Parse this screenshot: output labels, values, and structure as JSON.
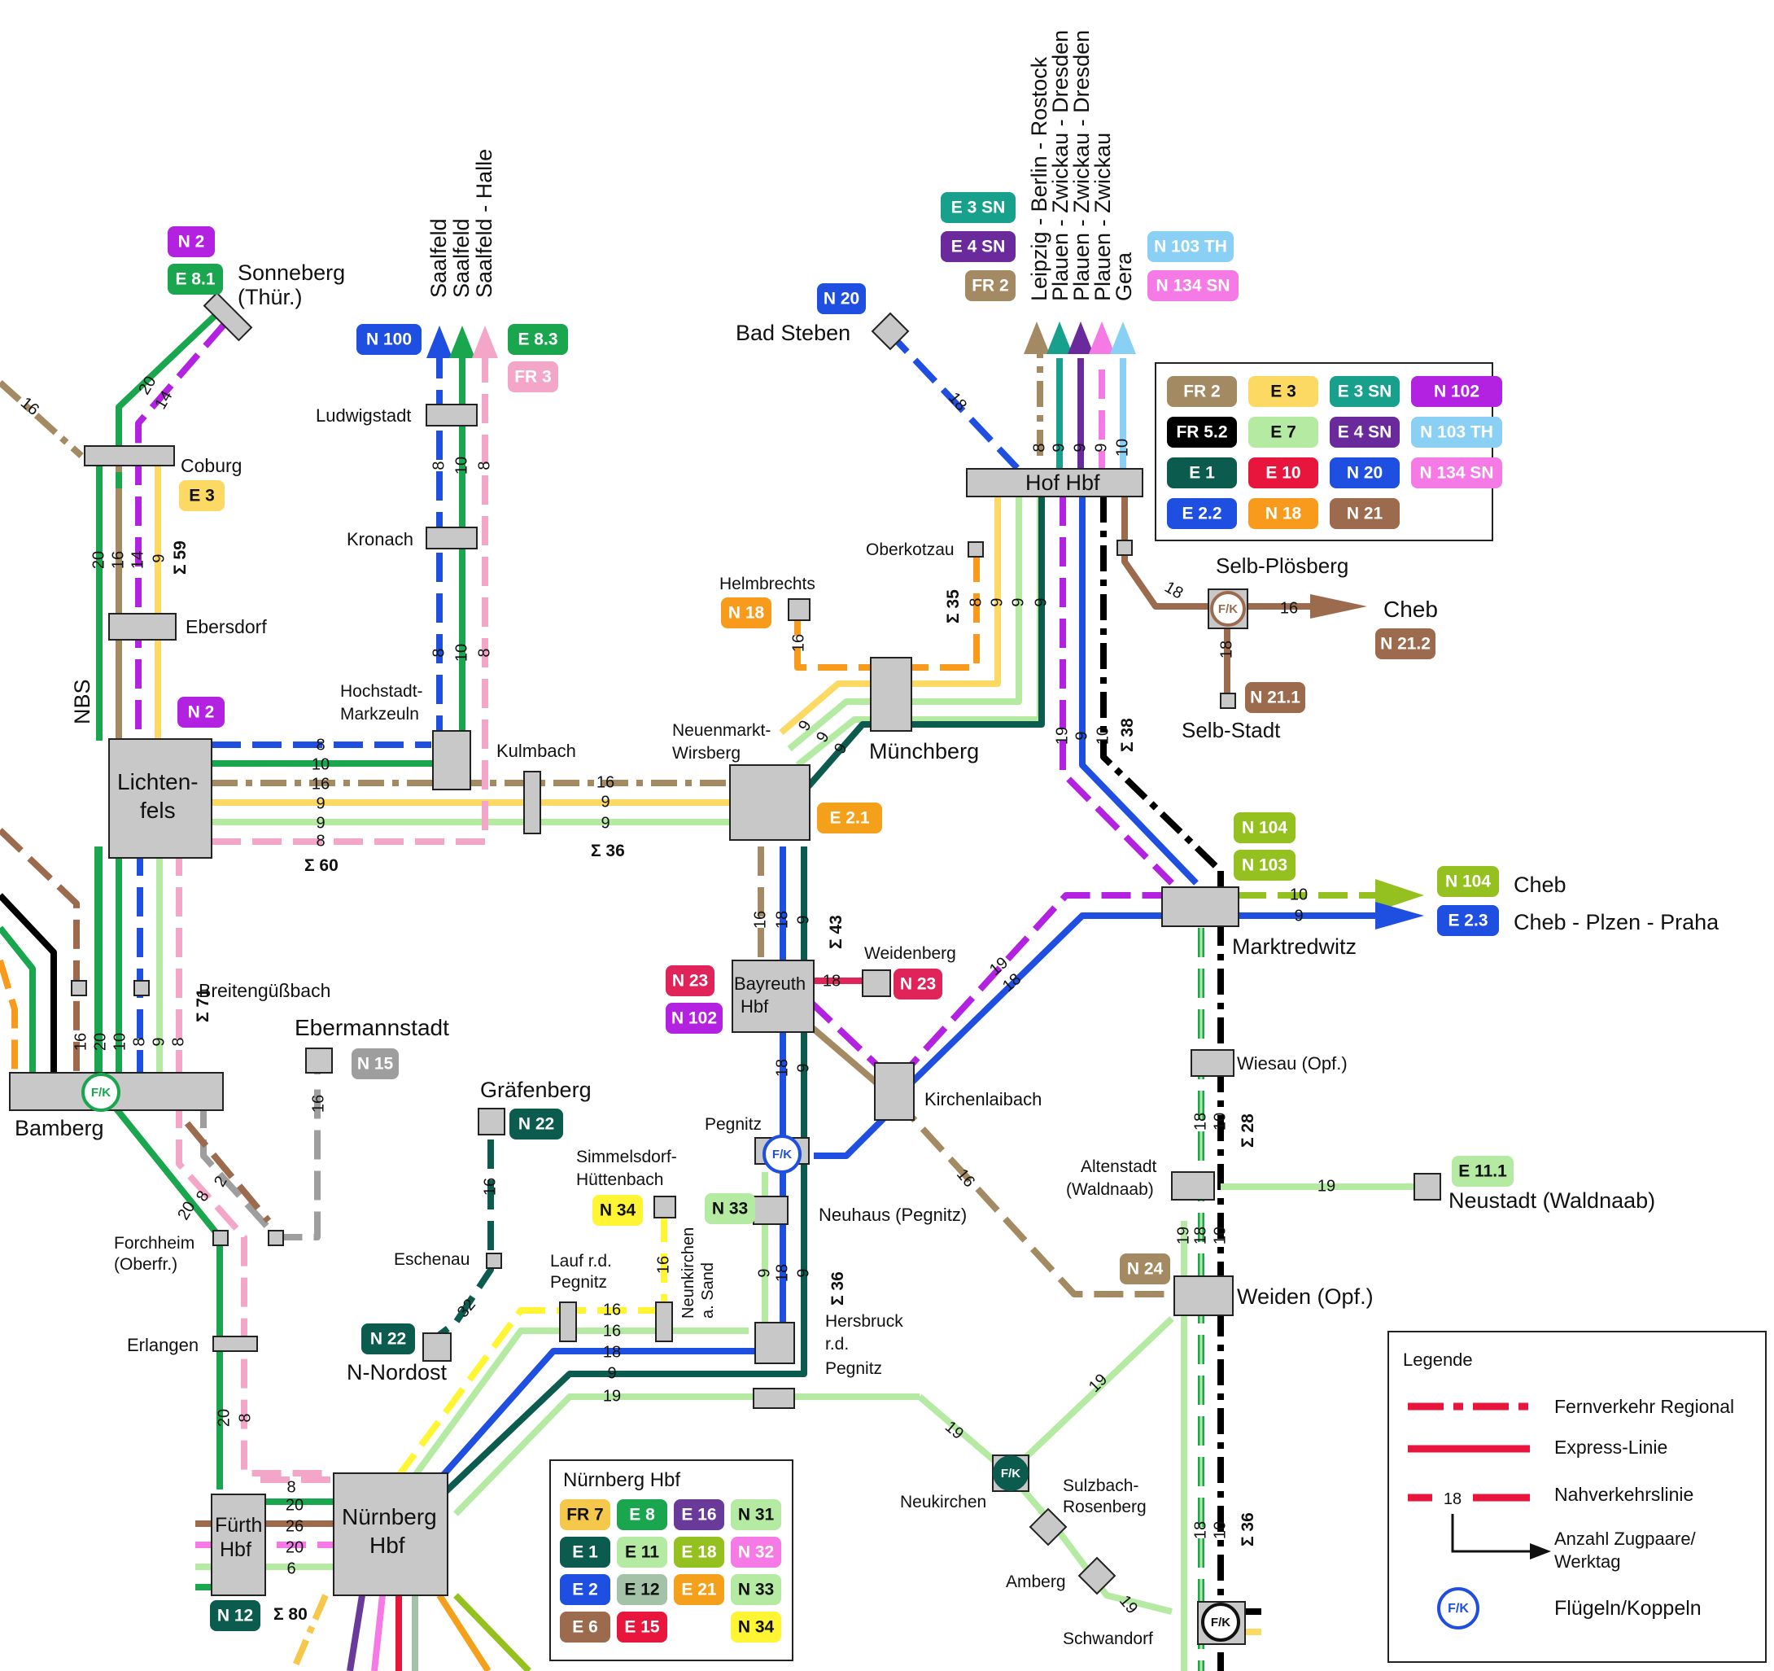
{
  "colors": {
    "FR2": "#a48a62",
    "FR3": "#f4a6c8",
    "FR52": "#000000",
    "FR7": "#f5c84b",
    "E1": "#0b5b4e",
    "E2": "#1e4fe0",
    "E22": "#1e4fe0",
    "E3": "#fbd963",
    "E3SN": "#17a08c",
    "E4SN": "#6a2a9c",
    "E6": "#9c6b4e",
    "E7": "#b4eaa2",
    "E8": "#1aa64f",
    "E81": "#1aa64f",
    "E83": "#1aa64f",
    "E10": "#e8163c",
    "E11": "#b4eaa2",
    "E111": "#b4eaa2",
    "E12": "#a4c2a8",
    "E15": "#e8163c",
    "E16": "#6a3a9a",
    "E18": "#94c11f",
    "E21": "#f5a01a",
    "N2": "#b322e0",
    "N12": "#0b5b4e",
    "N15": "#9e9e9e",
    "N18": "#f89a1c",
    "N20": "#1e4fe0",
    "N21": "#9c6b4e",
    "N212": "#9c6b4e",
    "N211": "#9c6b4e",
    "N22": "#0b5b4e",
    "N23": "#e0245a",
    "N24": "#a48a62",
    "N31": "#b4eaa2",
    "N32": "#f57ae6",
    "N33": "#b4eaa2",
    "N34": "#fff533",
    "N100": "#1e4fe0",
    "N102": "#b322e0",
    "N103": "#94c11f",
    "N103TH": "#8ad0f4",
    "N104": "#94c11f",
    "N134SN": "#f57ae6",
    "E23": "#1e4fe0"
  },
  "badges": {
    "n2_top": "N 2",
    "e81": "E 8.1",
    "e3_coburg": "E 3",
    "n2_lichtenfels": "N 2",
    "n100": "N 100",
    "e83": "E 8.3",
    "fr3": "FR 3",
    "n20": "N 20",
    "e3sn": "E 3 SN",
    "e4sn": "E 4 SN",
    "fr2": "FR 2",
    "n103th": "N 103 TH",
    "n134sn": "N 134 SN",
    "n18": "N 18",
    "n212": "N 21.2",
    "n211": "N 21.1",
    "e21": "E 2.1",
    "n104": "N 104",
    "n103": "N 103",
    "n104_cheb": "N 104",
    "e23": "E 2.3",
    "n23a": "N 23",
    "n102": "N 102",
    "n23b": "N 23",
    "n15": "N 15",
    "n22a": "N 22",
    "n34": "N 34",
    "n33": "N 33",
    "n22b": "N 22",
    "n24": "N 24",
    "e111": "E 11.1",
    "n12": "N 12"
  },
  "stations": {
    "sonneberg": "Sonneberg",
    "sonneberg2": "(Thür.)",
    "coburg": "Coburg",
    "ebersdorf": "Ebersdorf",
    "nbs": "NBS",
    "lichtenfels1": "Lichten-",
    "lichtenfels2": "fels",
    "bamberg": "Bamberg",
    "breitengussbach": "Breitengüßbach",
    "ebermannstadt": "Ebermannstadt",
    "forchheim1": "Forchheim",
    "forchheim2": "(Oberfr.)",
    "erlangen": "Erlangen",
    "fuerth1": "Fürth",
    "fuerth2": "Hbf",
    "nuernberg1": "Nürnberg",
    "nuernberg2": "Hbf",
    "ludwigstadt": "Ludwigstadt",
    "kronach": "Kronach",
    "hochstadt1": "Hochstadt-",
    "hochstadt2": "Markzeuln",
    "kulmbach": "Kulmbach",
    "saalfeld1": "Saalfeld",
    "saalfeld2": "Saalfeld",
    "saalfeld3": "Saalfeld - Halle",
    "badsteben": "Bad Steben",
    "hof": "Hof Hbf",
    "oberkotzau": "Oberkotzau",
    "helmbrechts": "Helmbrechts",
    "neuenmarkt1": "Neuenmarkt-",
    "neuenmarkt2": "Wirsberg",
    "muenchberg": "Münchberg",
    "selbploesberg": "Selb-Plösberg",
    "selbstadt": "Selb-Stadt",
    "cheb1": "Cheb",
    "cheb2": "Cheb",
    "cheb3": "Cheb - Plzen - Praha",
    "marktredwitz": "Marktredwitz",
    "weidenberg": "Weidenberg",
    "bayreuth1": "Bayreuth",
    "bayreuth2": "Hbf",
    "kirchenlaibach": "Kirchenlaibach",
    "wiesau": "Wiesau (Opf.)",
    "altenstadt1": "Altenstadt",
    "altenstadt2": "(Waldnaab)",
    "neustadt": "Neustadt (Waldnaab)",
    "weiden": "Weiden (Opf.)",
    "graefenberg": "Gräfenberg",
    "eschenau": "Eschenau",
    "nnordost": "N-Nordost",
    "simmelsdorf1": "Simmelsdorf-",
    "simmelsdorf2": "Hüttenbach",
    "pegnitz": "Pegnitz",
    "neuhaus": "Neuhaus (Pegnitz)",
    "lauf1": "Lauf r.d.",
    "lauf2": "Pegnitz",
    "neunkirchen1": "Neunkirchen",
    "neunkirchen2": "a. Sand",
    "hersbruck1": "Hersbruck",
    "hersbruck2": "r.d.",
    "hersbruck3": "Pegnitz",
    "neukirchen": "Neukirchen",
    "sulzbach1": "Sulzbach-",
    "sulzbach2": "Rosenberg",
    "amberg": "Amberg",
    "schwandorf": "Schwandorf",
    "leipzig": "Leipzig - Berlin - Rostock",
    "plauen1": "Plauen - Zwickau - Dresden",
    "plauen2": "Plauen - Zwickau - Dresden",
    "plauen3": "Plauen - Zwickau",
    "gera": "Gera"
  },
  "sums": {
    "s59": "Σ 59",
    "s60": "Σ 60",
    "s36a": "Σ 36",
    "s71": "Σ 71",
    "s43": "Σ 43",
    "s35": "Σ 35",
    "s38": "Σ 38",
    "s28": "Σ 28",
    "s36b": "Σ 36",
    "s36c": "Σ 36",
    "s80": "Σ 80"
  },
  "fk": "F/K",
  "hof_legend": [
    {
      "label": "FR 2",
      "color": "#a48a62",
      "text": "#fff"
    },
    {
      "label": "E 3",
      "color": "#fbd963",
      "text": "#111"
    },
    {
      "label": "E 3 SN",
      "color": "#17a08c",
      "text": "#fff"
    },
    {
      "label": "N 102",
      "color": "#b322e0",
      "text": "#fff"
    },
    {
      "label": "FR 5.2",
      "color": "#000000",
      "text": "#fff"
    },
    {
      "label": "E 7",
      "color": "#b4eaa2",
      "text": "#111"
    },
    {
      "label": "E 4 SN",
      "color": "#6a2a9c",
      "text": "#fff"
    },
    {
      "label": "N 103 TH",
      "color": "#8ad0f4",
      "text": "#fff"
    },
    {
      "label": "E 1",
      "color": "#0b5b4e",
      "text": "#fff"
    },
    {
      "label": "E 10",
      "color": "#e8163c",
      "text": "#fff"
    },
    {
      "label": "N 20",
      "color": "#1e4fe0",
      "text": "#fff"
    },
    {
      "label": "N 134 SN",
      "color": "#f57ae6",
      "text": "#fff"
    },
    {
      "label": "E 2.2",
      "color": "#1e4fe0",
      "text": "#fff"
    },
    {
      "label": "N 18",
      "color": "#f89a1c",
      "text": "#fff"
    },
    {
      "label": "N 21",
      "color": "#9c6b4e",
      "text": "#fff"
    }
  ],
  "nbg_legend": {
    "title": "Nürnberg Hbf",
    "items": [
      {
        "label": "FR 7",
        "color": "#f5c84b",
        "text": "#111"
      },
      {
        "label": "E 8",
        "color": "#1aa64f",
        "text": "#fff"
      },
      {
        "label": "E 16",
        "color": "#6a3a9a",
        "text": "#fff"
      },
      {
        "label": "N 31",
        "color": "#b4eaa2",
        "text": "#111"
      },
      {
        "label": "E 1",
        "color": "#0b5b4e",
        "text": "#fff"
      },
      {
        "label": "E 11",
        "color": "#b4eaa2",
        "text": "#111"
      },
      {
        "label": "E 18",
        "color": "#94c11f",
        "text": "#fff"
      },
      {
        "label": "N 32",
        "color": "#f57ae6",
        "text": "#fff"
      },
      {
        "label": "E 2",
        "color": "#1e4fe0",
        "text": "#fff"
      },
      {
        "label": "E 12",
        "color": "#a4c2a8",
        "text": "#111"
      },
      {
        "label": "E 21",
        "color": "#f5a01a",
        "text": "#fff"
      },
      {
        "label": "N 33",
        "color": "#b4eaa2",
        "text": "#111"
      },
      {
        "label": "E 6",
        "color": "#9c6b4e",
        "text": "#fff"
      },
      {
        "label": "E 15",
        "color": "#e8163c",
        "text": "#fff"
      },
      {
        "label": "",
        "color": "",
        "text": ""
      },
      {
        "label": "N 34",
        "color": "#fff533",
        "text": "#111"
      }
    ]
  },
  "legend": {
    "title": "Legende",
    "fernverkehr": "Fernverkehr Regional",
    "express": "Express-Linie",
    "nahverkehr": "Nahverkehrslinie",
    "sample_count": "18",
    "anzahl1": "Anzahl Zugpaare/",
    "anzahl2": "Werktag",
    "fk_label": "Flügeln/Koppeln"
  }
}
